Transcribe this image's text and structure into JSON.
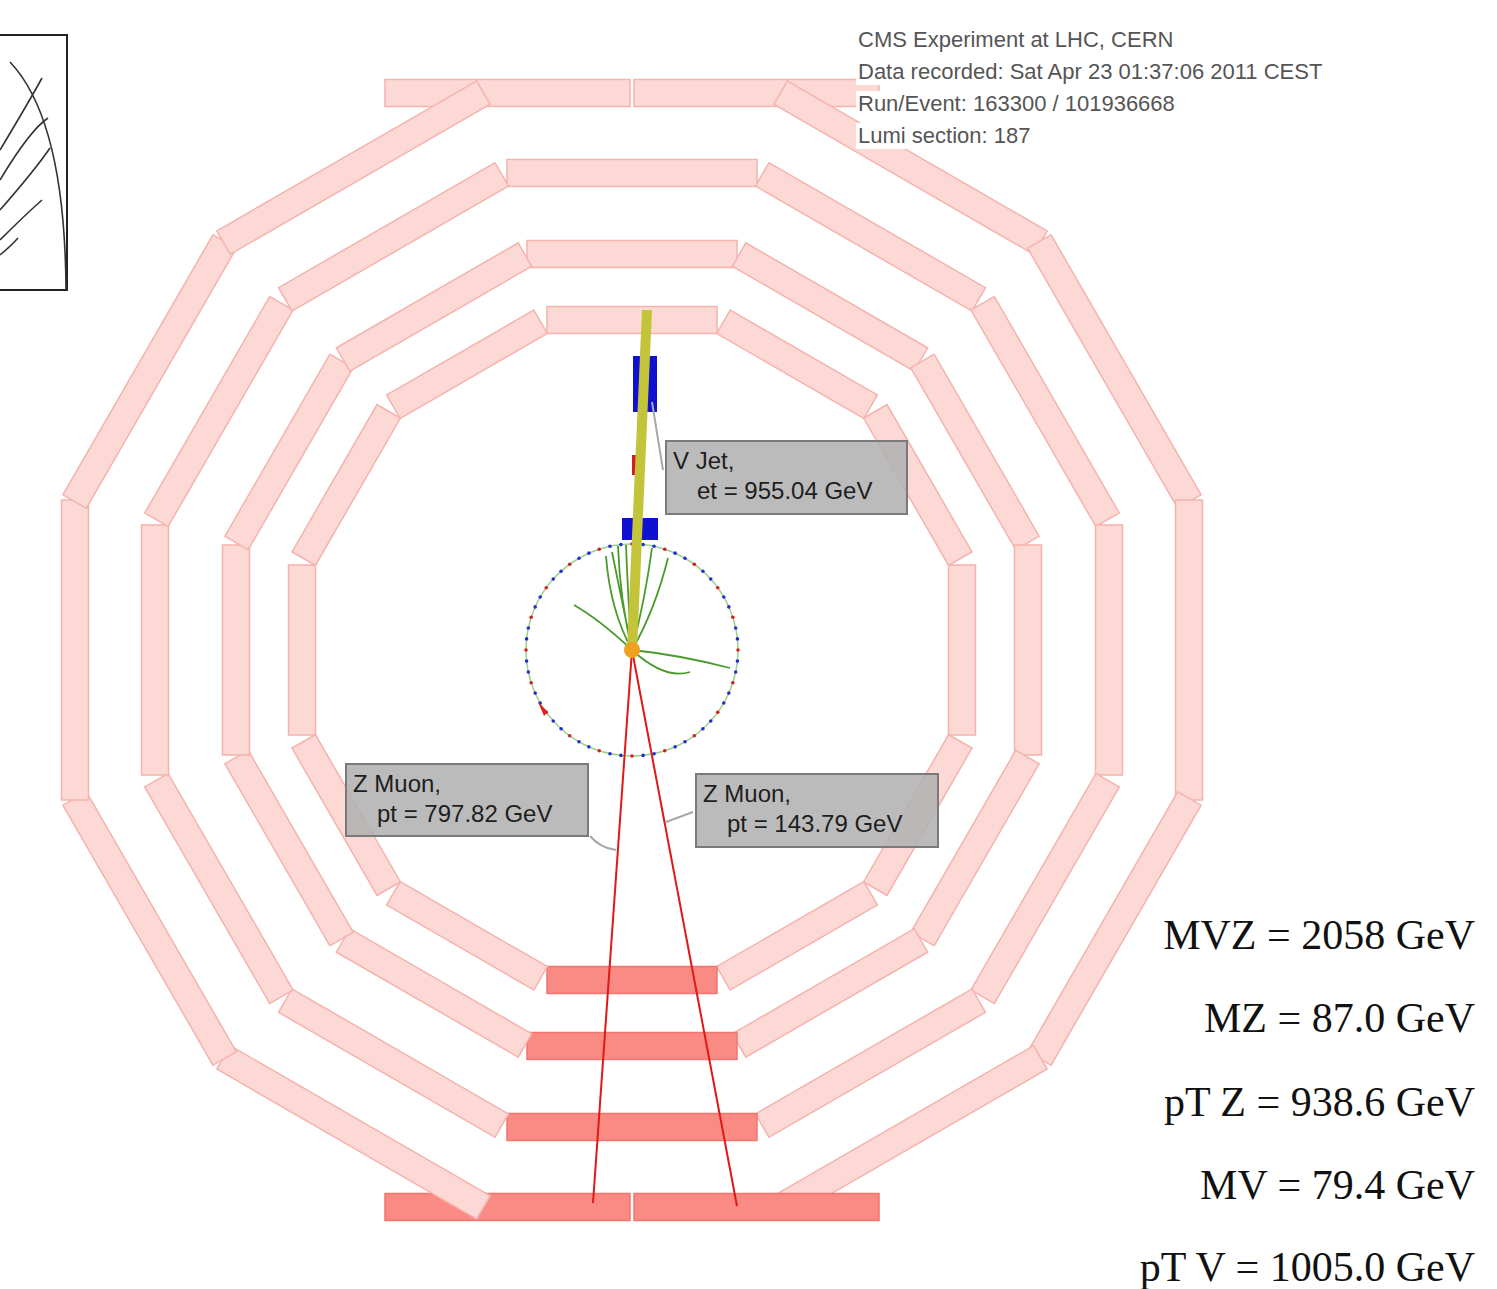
{
  "diagram": {
    "nodes": [
      {
        "text": [
          "V Jet,",
          "et = 955.04 GeV"
        ]
      },
      {
        "text": [
          "Z Muon,",
          "pt = 797.82 GeV"
        ]
      },
      {
        "text": [
          "Z Muon,",
          "pt = 143.79 GeV"
        ]
      }
    ],
    "labels": [
      "CMS Experiment at LHC, CERN",
      "Data recorded: Sat Apr 23 01:37:06 2011 CEST",
      "Run/Event: 163300 / 101936668",
      "Lumi section: 187",
      "MVZ = 2058 GeV",
      "MZ = 87.0 GeV",
      "pT Z = 938.6 GeV",
      "MV = 79.4 GeV",
      "pT V = 1005.0 GeV"
    ]
  }
}
